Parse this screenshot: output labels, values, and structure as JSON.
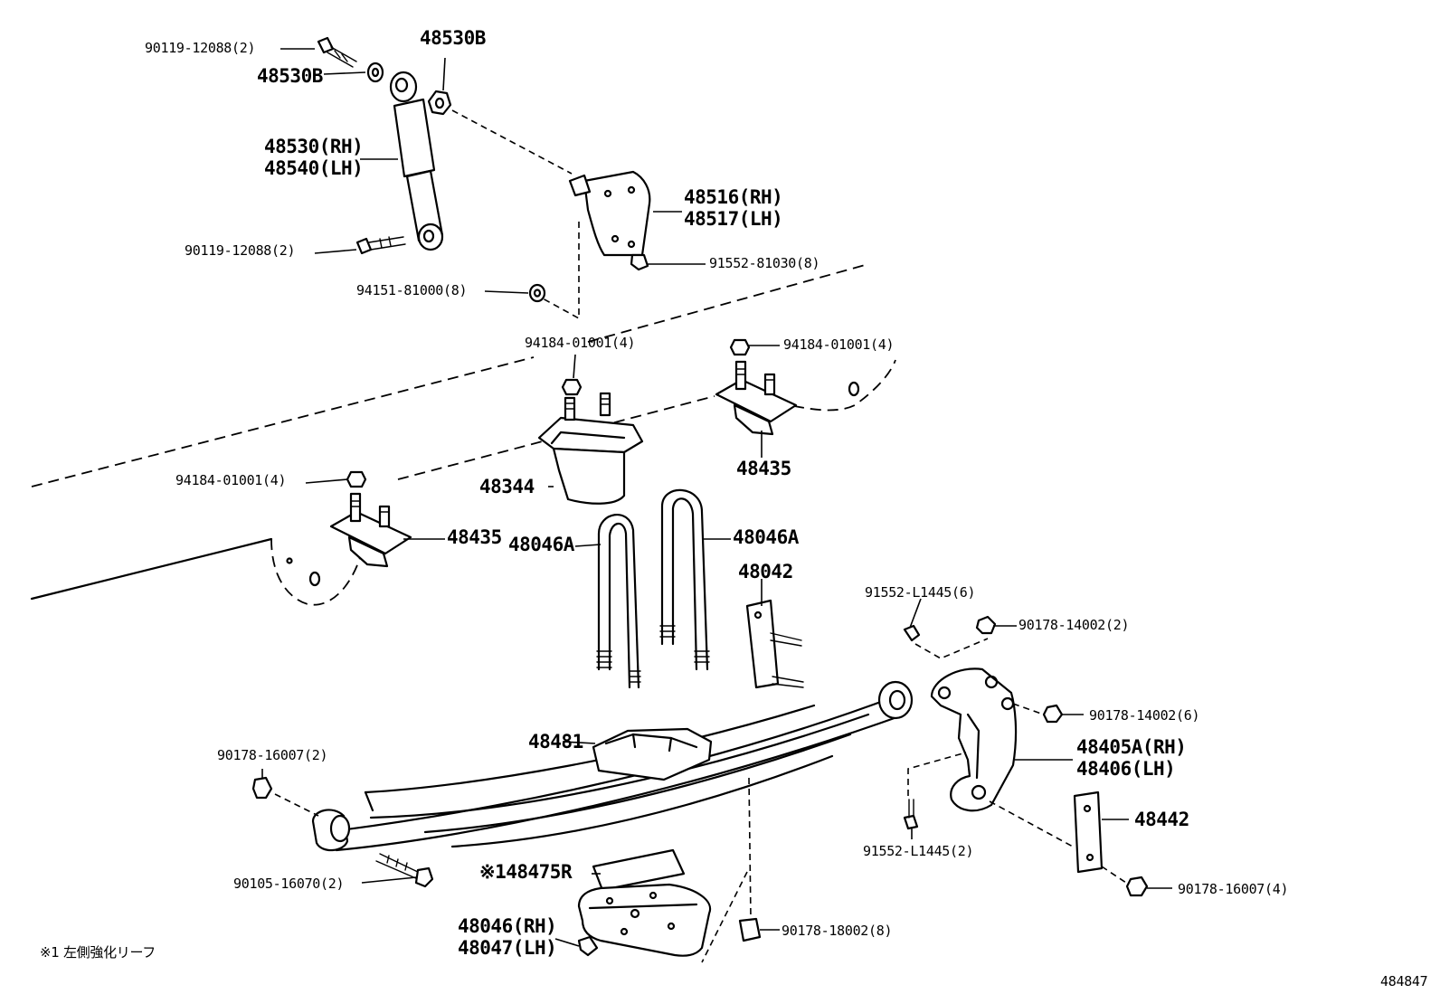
{
  "labels": {
    "bolt_top": "90119-12088(2)",
    "washer_top": "48530B",
    "washer_right": "48530B",
    "shock": "48530(RH)\n48540(LH)",
    "bolt_bottom": "90119-12088(2)",
    "nut_8": "94151-81000(8)",
    "bracket": "48516(RH)\n48517(LH)",
    "bolt_8": "91552-81030(8)",
    "nut_mid": "94184-01001(4)",
    "nut_right": "94184-01001(4)",
    "bumper": "48344",
    "stopper_right": "48435",
    "nut_left": "94184-01001(4)",
    "stopper_left": "48435",
    "ubolt_left": "48046A",
    "ubolt_right": "48046A",
    "plate": "48042",
    "bolt_l1445_6": "91552-L1445(6)",
    "nut_14002_2": "90178-14002(2)",
    "nut_14002_6": "90178-14002(6)",
    "hanger": "48405A(RH)\n48406(LH)",
    "spring_pad": "48481",
    "shackle": "48442",
    "nut_16007_2": "90178-16007(2)",
    "bolt_l1445_2": "91552-L1445(2)",
    "leaf_note": "※148475R",
    "bolt_16070": "90105-16070(2)",
    "nut_16007_4": "90178-16007(4)",
    "seat": "48046(RH)\n48047(LH)",
    "nut_18002": "90178-18002(8)"
  },
  "footnote": "※1 左側強化リーフ",
  "diagram_id": "484847"
}
